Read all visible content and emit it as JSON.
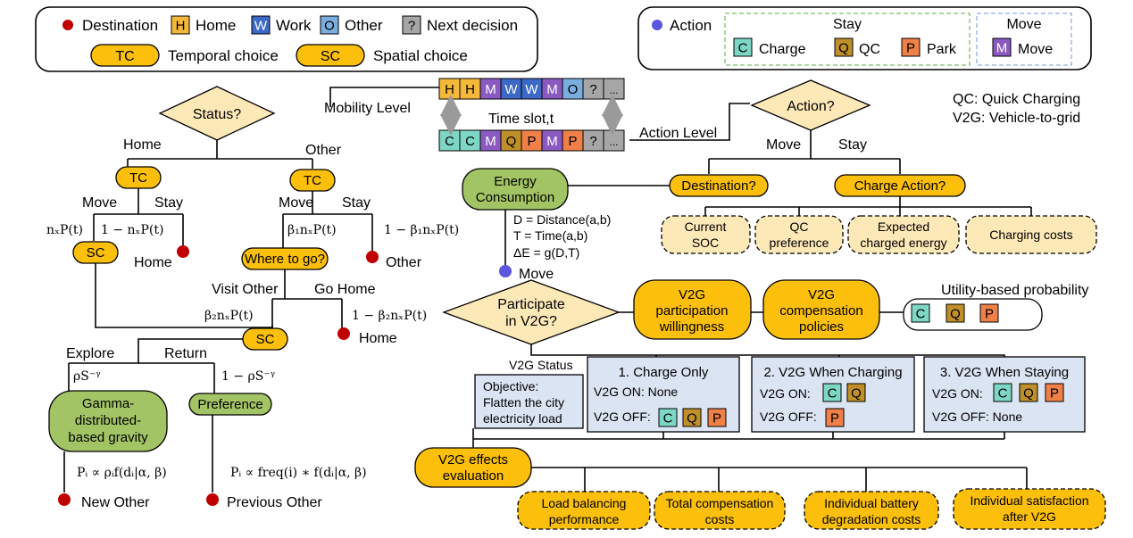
{
  "colors": {
    "home": "#f4b93a",
    "work": "#3d69c6",
    "other": "#7aaede",
    "next": "#a6a6a6",
    "charge": "#7ed6c4",
    "qc": "#bf8f29",
    "park": "#ef8048",
    "move": "#8a5ac2",
    "destination_dot": "#c00000",
    "action_dot": "#5b55e0",
    "choice": "#fbbf0c",
    "green_node": "#a2c464",
    "diamond": "#fde8b8",
    "policy_box": "#dbe4f2"
  },
  "legend_left": {
    "destination": "Destination",
    "home_code": "H",
    "home": "Home",
    "work_code": "W",
    "work": "Work",
    "other_code": "O",
    "other": "Other",
    "next_code": "?",
    "next": "Next decision",
    "tc_code": "TC",
    "tc": "Temporal choice",
    "sc_code": "SC",
    "sc": "Spatial choice"
  },
  "legend_right": {
    "action": "Action",
    "stay": "Stay",
    "move_title": "Move",
    "charge_code": "C",
    "charge": "Charge",
    "qc_code": "Q",
    "qc": "QC",
    "park_code": "P",
    "park": "Park",
    "move_code": "M",
    "move": "Move"
  },
  "abbreviations": [
    "QC: Quick Charging",
    "V2G: Vehicle-to-grid"
  ],
  "sequence": {
    "mobility_label": "Mobility Level",
    "action_label": "Action Level",
    "time_slot": "Time slot,t",
    "mobility": [
      "H",
      "H",
      "M",
      "W",
      "W",
      "M",
      "O",
      "?",
      "..."
    ],
    "actions": [
      "C",
      "C",
      "M",
      "Q",
      "P",
      "M",
      "P",
      "?",
      "..."
    ]
  },
  "mobility_tree": {
    "status": "Status?",
    "home_branch": "Home",
    "other_branch": "Other",
    "tc": "TC",
    "sc": "SC",
    "move": "Move",
    "stay": "Stay",
    "p_home_move": "nₓP(t)",
    "p_home_stay": "1 − nₓP(t)",
    "home_end": "Home",
    "p_other_move": "β₁nₓP(t)",
    "p_other_stay": "1 − β₁nₓP(t)",
    "other_end": "Other",
    "where_to_go": "Where to go?",
    "visit_other": "Visit Other",
    "go_home": "Go Home",
    "p_visit": "β₂nₓP(t)",
    "p_go_home": "1 − β₂nₓP(t)",
    "go_home_end": "Home",
    "explore": "Explore",
    "return": "Return",
    "p_explore": "ρS⁻ᵞ",
    "p_return": "1 − ρS⁻ᵞ",
    "gravity": [
      "Gamma-",
      "distributed-",
      "based gravity"
    ],
    "preference": "Preference",
    "formula_new": "Pᵢ ∝ ρᵢf(dᵢ|α, β)",
    "formula_prev": "Pᵢ ∝ freq(i) ∗ f(dᵢ|α, β)",
    "new_other": "New Other",
    "previous_other": "Previous Other"
  },
  "action_tree": {
    "action_q": "Action?",
    "move": "Move",
    "stay": "Stay",
    "energy": [
      "Energy",
      "Consumption"
    ],
    "destination_q": "Destination?",
    "charge_action_q": "Charge Action?",
    "eq_d": "D = Distance(a,b)",
    "eq_t": "T = Time(a,b)",
    "eq_e": "ΔE = g(D,T)",
    "move_end": "Move",
    "factors": [
      [
        "Current",
        "SOC"
      ],
      [
        "QC",
        "preference"
      ],
      [
        "Expected",
        "charged energy"
      ],
      [
        "Charging costs"
      ]
    ],
    "utility": "Utility-based probability",
    "utility_codes": [
      "C",
      "Q",
      "P"
    ],
    "participate": [
      "Participate",
      "in V2G?"
    ],
    "willingness": [
      "V2G",
      "participation",
      "willingness"
    ],
    "compensation": [
      "V2G",
      "compensation",
      "policies"
    ],
    "v2g_status": "V2G Status",
    "objective": [
      "Objective:",
      "Flatten the city",
      "electricity load"
    ],
    "policy1": {
      "title": "1. Charge Only",
      "on": "V2G ON: None",
      "off": "V2G OFF:",
      "off_codes": [
        "C",
        "Q",
        "P"
      ]
    },
    "policy2": {
      "title": "2. V2G When Charging",
      "on": "V2G ON:",
      "on_codes": [
        "C",
        "Q"
      ],
      "off": "V2G OFF:",
      "off_codes": [
        "P"
      ]
    },
    "policy3": {
      "title": "3. V2G When Staying",
      "on": "V2G ON:",
      "on_codes": [
        "C",
        "Q",
        "P"
      ],
      "off": "V2G OFF: None"
    },
    "effects": [
      "V2G effects",
      "evaluation"
    ],
    "outcomes": [
      [
        "Load balancing",
        "performance"
      ],
      [
        "Total compensation",
        "costs"
      ],
      [
        "Individual battery",
        "degradation costs"
      ],
      [
        "Individual satisfaction",
        "after V2G"
      ]
    ]
  }
}
